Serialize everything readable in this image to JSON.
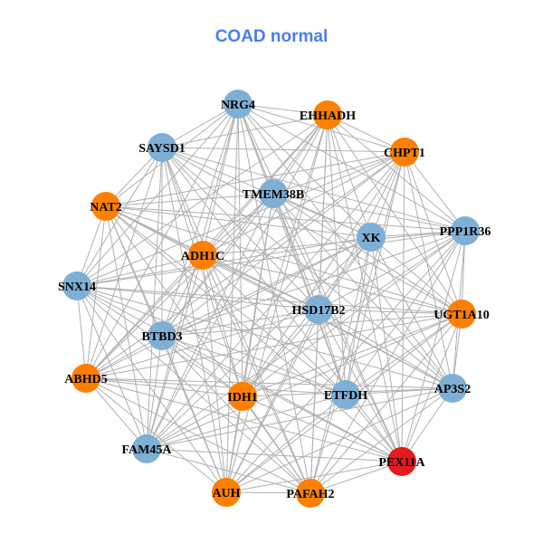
{
  "title": "COAD normal",
  "colors": {
    "blue": "#7eb0d5",
    "orange": "#ff7f00",
    "red": "#e41a1c",
    "edge": "#b0b0b0",
    "title": "#4a7ef0"
  },
  "nodes": [
    {
      "label": "NRG4",
      "group": "blue"
    },
    {
      "label": "EHHADH",
      "group": "orange"
    },
    {
      "label": "CHPT1",
      "group": "orange"
    },
    {
      "label": "SAYSD1",
      "group": "blue"
    },
    {
      "label": "TMEM38B",
      "group": "blue"
    },
    {
      "label": "NAT2",
      "group": "orange"
    },
    {
      "label": "XK",
      "group": "blue"
    },
    {
      "label": "PPP1R36",
      "group": "blue"
    },
    {
      "label": "ADH1C",
      "group": "orange"
    },
    {
      "label": "SNX14",
      "group": "blue"
    },
    {
      "label": "HSD17B2",
      "group": "blue"
    },
    {
      "label": "UGT1A10",
      "group": "orange"
    },
    {
      "label": "BTBD3",
      "group": "blue"
    },
    {
      "label": "ABHD5",
      "group": "orange"
    },
    {
      "label": "IDH1",
      "group": "orange"
    },
    {
      "label": "ETFDH",
      "group": "blue"
    },
    {
      "label": "AP3S2",
      "group": "blue"
    },
    {
      "label": "FAM45A",
      "group": "blue"
    },
    {
      "label": "PEX11A",
      "group": "red"
    },
    {
      "label": "AUH",
      "group": "orange"
    },
    {
      "label": "PAFAH2",
      "group": "orange"
    }
  ]
}
